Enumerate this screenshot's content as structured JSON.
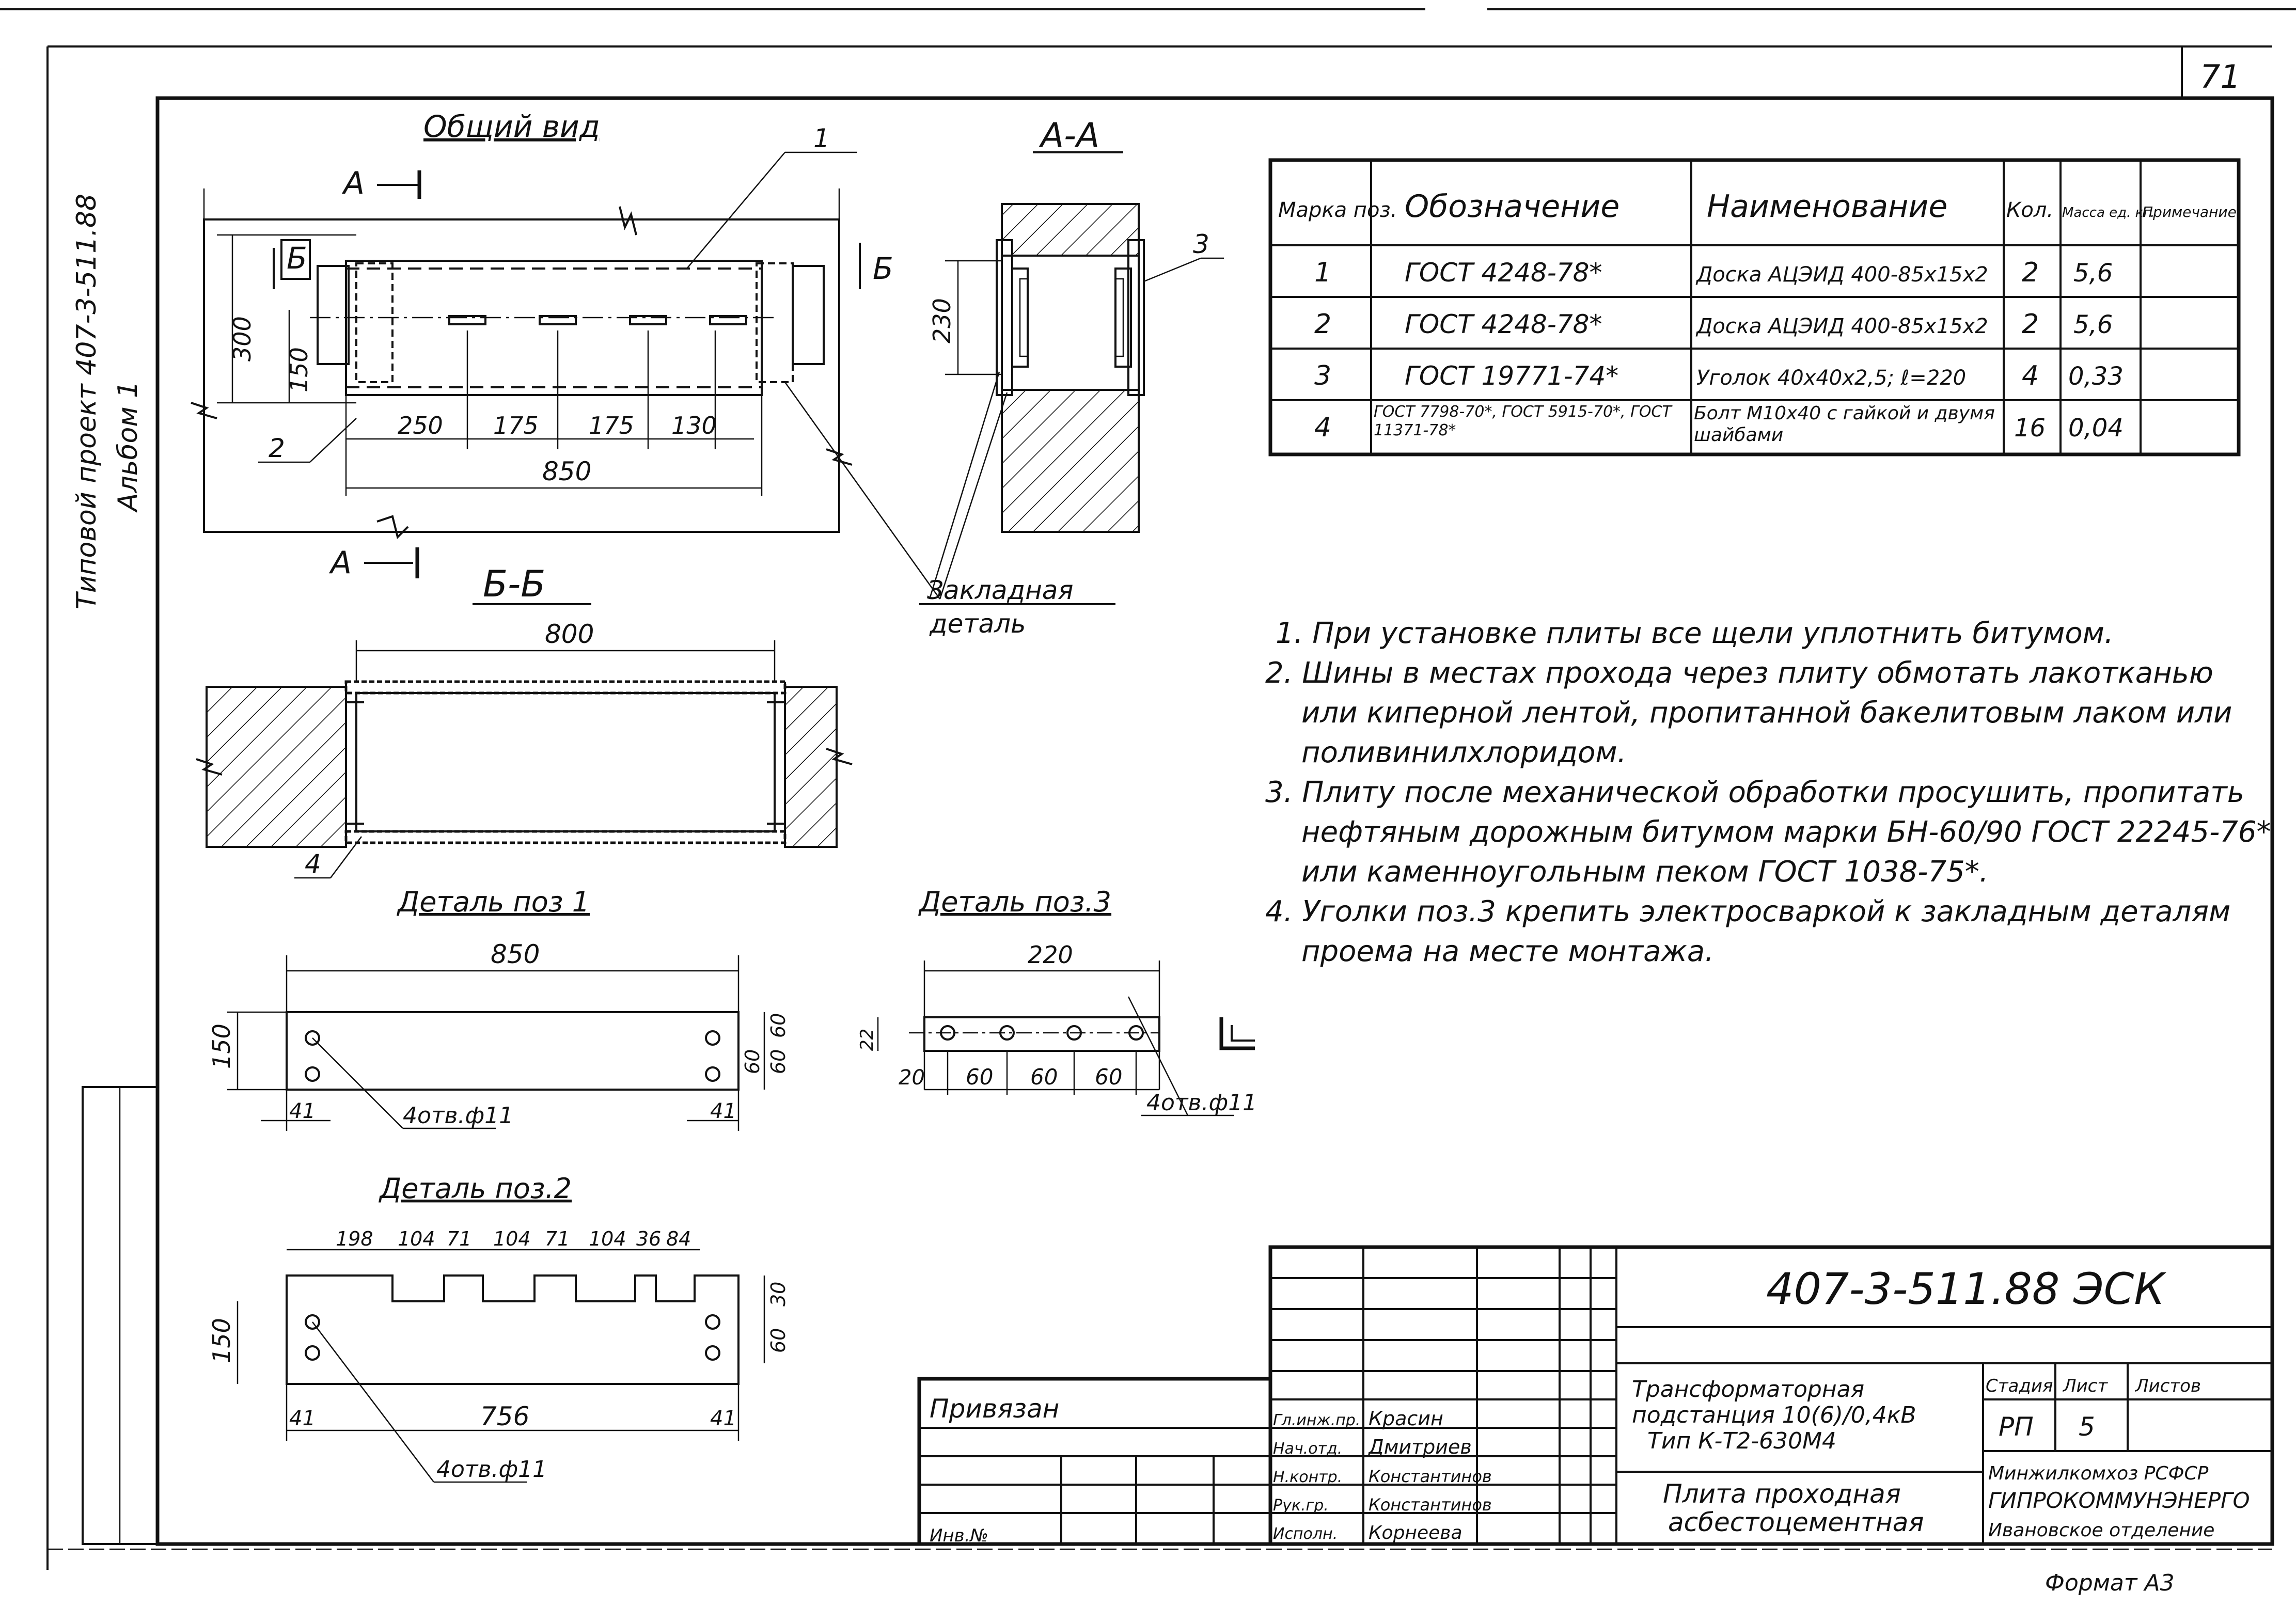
{
  "sheet": {
    "sheet_number": "71",
    "code": "407-3-511.88 ЭСК",
    "side_title_line1": "Типовой проект 407-3-511.88",
    "side_title_line2": "Альбом 1",
    "format": "Формат А3"
  },
  "views": {
    "general_view_title": "Общий вид",
    "section_aa_title": "А-А",
    "section_bb_title": "Б-Б",
    "detail1_title": "Деталь поз 1",
    "detail2_title": "Деталь поз.2",
    "detail3_title": "Деталь поз.3",
    "embedded_part_label_1": "Закладная",
    "embedded_part_label_2": "деталь",
    "cut_a": "А",
    "cut_b": "Б"
  },
  "dimensions": {
    "general": {
      "height_300": "300",
      "height_150": "150",
      "seg_250": "250",
      "seg_175a": "175",
      "seg_175b": "175",
      "seg_130": "130",
      "total_850": "850",
      "callout_1": "1",
      "callout_2": "2"
    },
    "section_aa": {
      "h_230": "230",
      "callout_3": "3"
    },
    "section_bb": {
      "w_800": "800",
      "callout_4": "4"
    },
    "detail1": {
      "w_850": "850",
      "h_150": "150",
      "edge_41a": "41",
      "edge_41b": "41",
      "v_60a": "60",
      "v_60b": "60",
      "v_60c": "60",
      "holes": "4отв.ф11"
    },
    "detail2": {
      "top_chain": [
        "198",
        "104",
        "71",
        "104",
        "71",
        "104",
        "36",
        "84"
      ],
      "h_150": "150",
      "v_30": "30",
      "v_60": "60",
      "edge_41a": "41",
      "w_756": "756",
      "edge_41b": "41",
      "holes": "4отв.ф11"
    },
    "detail3": {
      "w_220": "220",
      "h_22": "22",
      "s_20": "20",
      "s_60a": "60",
      "s_60b": "60",
      "s_60c": "60",
      "holes": "4отв.ф11"
    }
  },
  "spec_table": {
    "headers": [
      "Марка поз.",
      "Обозначение",
      "Наименование",
      "Кол.",
      "Масса ед. кг.",
      "Примечание"
    ],
    "rows": [
      [
        "1",
        "ГОСТ 4248-78*",
        "Доска АЦЭИД 400-85х15х2",
        "2",
        "5,6",
        ""
      ],
      [
        "2",
        "ГОСТ 4248-78*",
        "Доска АЦЭИД 400-85х15х2",
        "2",
        "5,6",
        ""
      ],
      [
        "3",
        "ГОСТ 19771-74*",
        "Уголок 40х40х2,5; ℓ=220",
        "4",
        "0,33",
        ""
      ],
      [
        "4",
        "ГОСТ 7798-70*, ГОСТ 5915-70*, ГОСТ 11371-78*",
        "Болт М10х40 с гайкой и двумя шайбами",
        "16",
        "0,04",
        ""
      ]
    ]
  },
  "notes": [
    "1. При установке плиты все щели уплотнить битумом.",
    "2. Шины в местах прохода через плиту обмотать лакотканью",
    "или киперной лентой, пропитанной бакелитовым лаком или",
    "поливинилхлоридом.",
    "3. Плиту после механической обработки просушить, пропитать",
    "нефтяным дорожным битумом марки БН-60/90 ГОСТ 22245-76*",
    "или каменноугольным пеком ГОСТ 1038-75*.",
    "4. Уголки поз.3 крепить электросваркой к закладным деталям",
    "проема на месте монтажа."
  ],
  "title_block": {
    "code": "407-3-511.88 ЭСК",
    "tied_label": "Привязан",
    "inv_label": "Инв.№",
    "staff": [
      {
        "role": "Гл.инж.пр.",
        "name": "Красин"
      },
      {
        "role": "Нач.отд.",
        "name": "Дмитриев"
      },
      {
        "role": "Н.контр.",
        "name": "Константинов"
      },
      {
        "role": "Рук.гр.",
        "name": "Константинов"
      },
      {
        "role": "Исполн.",
        "name": "Корнеева"
      }
    ],
    "project_line1": "Трансформаторная",
    "project_line2": "подстанция 10(6)/0,4кВ",
    "project_line3": "Тип К-Т2-630М4",
    "drawing_line1": "Плита проходная",
    "drawing_line2": "асбестоцементная",
    "stage_label": "Стадия",
    "sheet_label": "Лист",
    "sheets_label": "Листов",
    "stage_value": "РП",
    "sheet_value": "5",
    "sheets_value": "",
    "org_line1": "Минжилкомхоз РСФСР",
    "org_line2": "ГИПРОКОММУНЭНЕРГО",
    "org_line3": "Ивановское отделение"
  }
}
